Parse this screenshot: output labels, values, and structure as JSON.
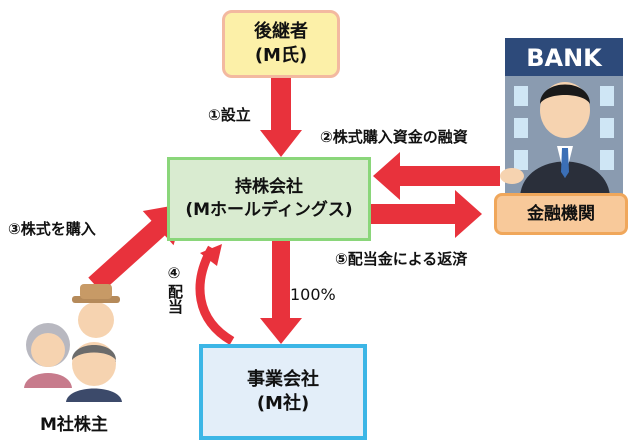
{
  "boxes": {
    "successor": {
      "line1": "後継者",
      "line2": "(M氏)"
    },
    "holding": {
      "line1": "持株会社",
      "line2": "(Mホールディングス)"
    },
    "bank": {
      "label": "金融機関",
      "sign": "BANK"
    },
    "operating": {
      "line1": "事業会社",
      "line2": "(M社)"
    },
    "shareholders": {
      "label": "M社株主"
    }
  },
  "steps": {
    "s1": "①設立",
    "s2": "②株式購入資金の融資",
    "s3": "③株式を購入",
    "s4_num": "④",
    "s4_text": "配当",
    "s5": "⑤配当金による返済",
    "ownership": "100%"
  },
  "colors": {
    "arrow": "#e8323c",
    "successor_fill": "#fcf0a8",
    "holding_fill": "#d9ebd0",
    "holding_border": "#8ad67a",
    "bank_fill": "#f8c99a",
    "operating_fill": "#e3eef9",
    "operating_border": "#3cb6e6"
  }
}
